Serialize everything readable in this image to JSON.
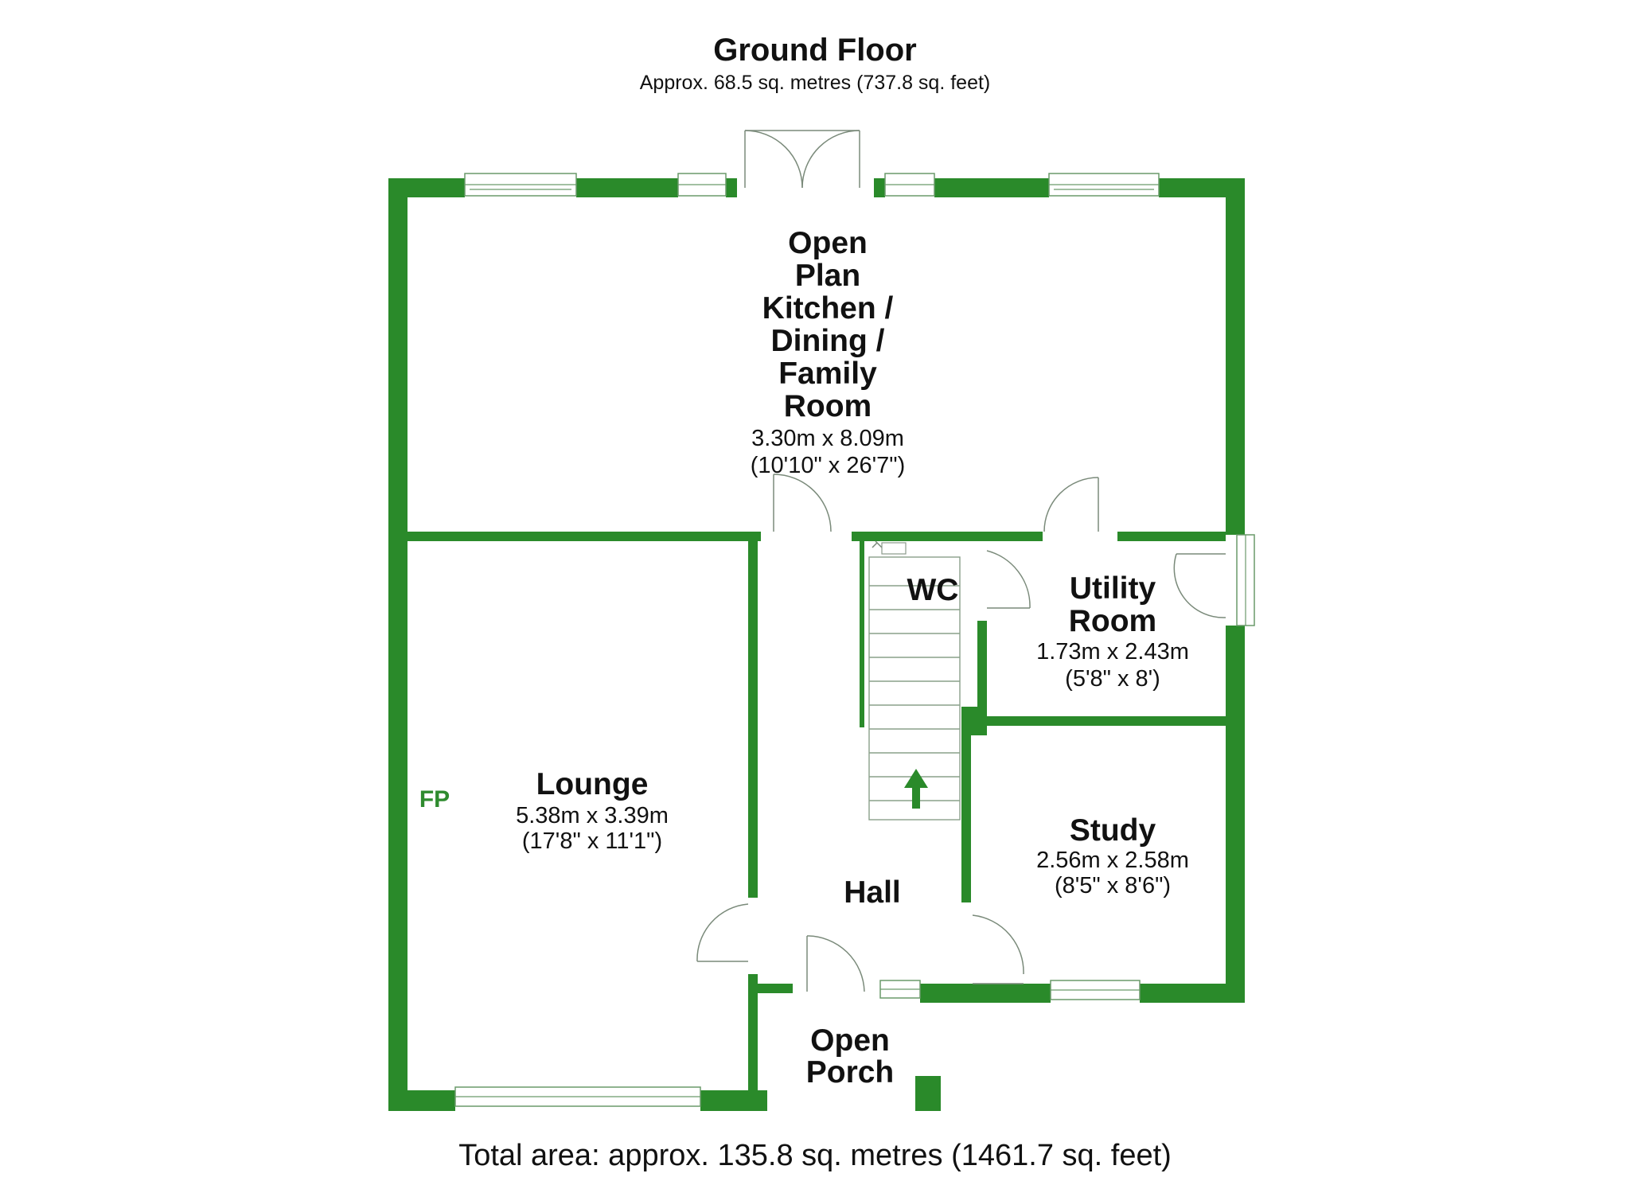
{
  "title": "Ground Floor",
  "subtitle": "Approx. 68.5 sq. metres (737.8 sq. feet)",
  "rooms": {
    "kitchen": {
      "name_lines": [
        "Open",
        "Plan",
        "Kitchen /",
        "Dining /",
        "Family",
        "Room"
      ],
      "dim_m": "3.30m x 8.09m",
      "dim_ft": "(10'10\" x 26'7\")"
    },
    "wc": {
      "name": "WC"
    },
    "utility": {
      "name_lines": [
        "Utility",
        "Room"
      ],
      "dim_m": "1.73m x 2.43m",
      "dim_ft": "(5'8\" x 8')"
    },
    "lounge": {
      "name": "Lounge",
      "dim_m": "5.38m x 3.39m",
      "dim_ft": "(17'8\" x 11'1\")"
    },
    "study": {
      "name": "Study",
      "dim_m": "2.56m x 2.58m",
      "dim_ft": "(8'5\" x 8'6\")"
    },
    "hall": {
      "name": "Hall"
    },
    "porch": {
      "name_lines": [
        "Open",
        "Porch"
      ]
    }
  },
  "fireplace_label": "FP",
  "total_area": "Total area: approx. 135.8 sq. metres (1461.7 sq. feet)",
  "colors": {
    "wall": "#2a8a2a",
    "label_green": "#2e8b2e"
  }
}
